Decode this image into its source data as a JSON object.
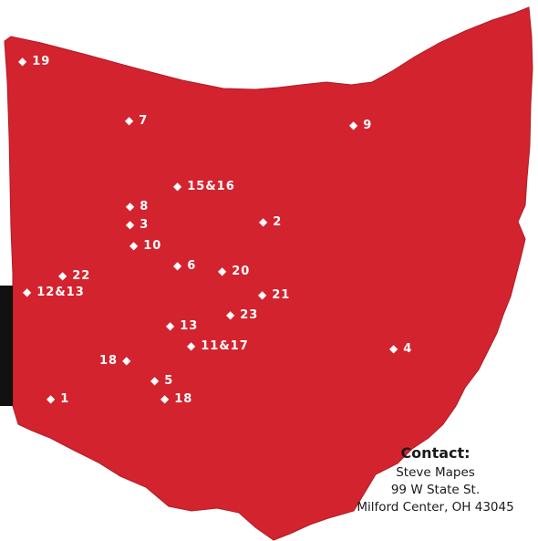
{
  "map": {
    "region": "Ohio",
    "fill_color": "#d3232e",
    "marker_color": "#ffffff",
    "markers": [
      {
        "label": "19"
      },
      {
        "label": "7"
      },
      {
        "label": "9"
      },
      {
        "label": "15&16"
      },
      {
        "label": "8"
      },
      {
        "label": "3"
      },
      {
        "label": "2"
      },
      {
        "label": "10"
      },
      {
        "label": "6"
      },
      {
        "label": "20"
      },
      {
        "label": "22"
      },
      {
        "label": "12&13"
      },
      {
        "label": "21"
      },
      {
        "label": "23"
      },
      {
        "label": "13"
      },
      {
        "label": "11&17"
      },
      {
        "label": "4"
      },
      {
        "label": "18"
      },
      {
        "label": "5"
      },
      {
        "label": "1"
      },
      {
        "label": "18"
      }
    ]
  },
  "contact": {
    "heading": "Contact:",
    "name": "Steve Mapes",
    "street": "99 W State St.",
    "city": "Milford Center, OH 43045"
  }
}
